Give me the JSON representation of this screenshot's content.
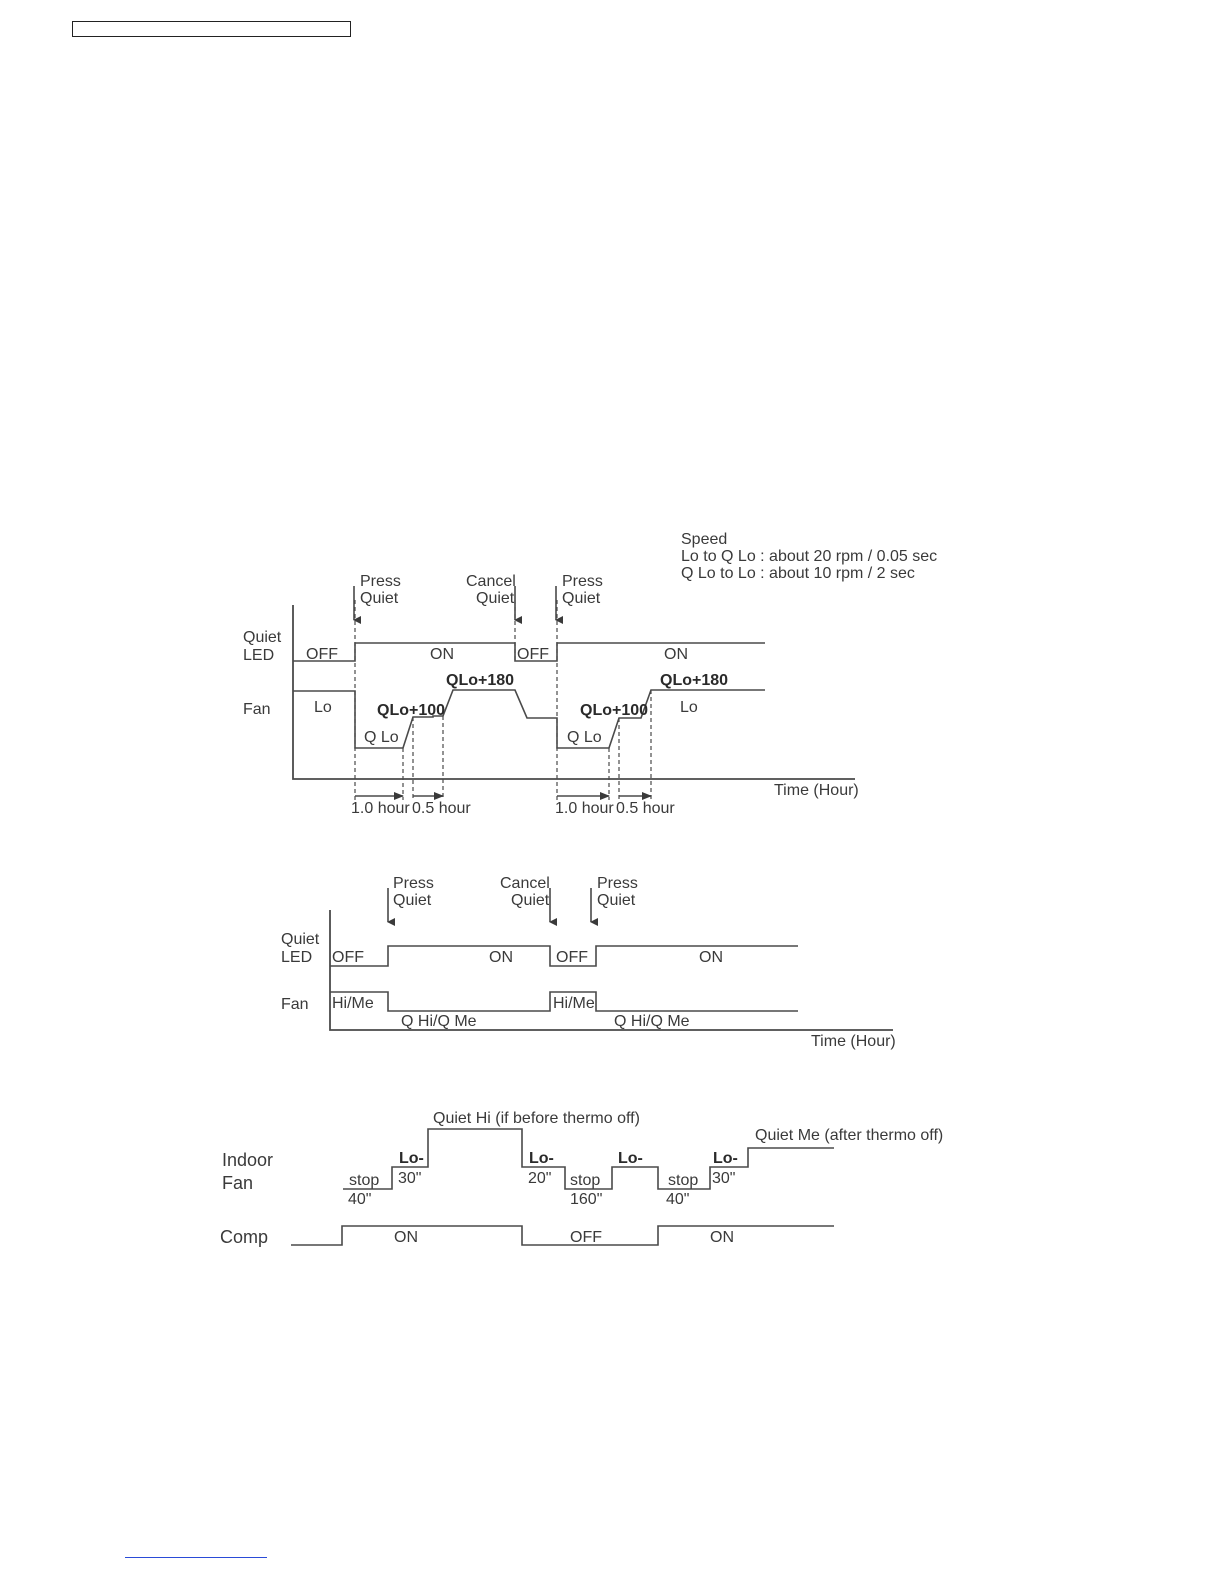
{
  "header": {
    "box_text": ""
  },
  "speed_note": {
    "title": "Speed",
    "line1": "Lo to Q Lo :  about 20 rpm / 0.05 sec",
    "line2": "Q Lo to Lo :  about 10 rpm / 2 sec"
  },
  "diagram1": {
    "press_quiet_1": [
      "Press",
      "Quiet"
    ],
    "cancel_quiet": [
      "Cancel",
      "Quiet"
    ],
    "press_quiet_2": [
      "Press",
      "Quiet"
    ],
    "row_quiet_led": [
      "Quiet",
      "LED"
    ],
    "row_fan": "Fan",
    "led_off_1": "OFF",
    "led_on_1": "ON",
    "led_off_2": "OFF",
    "led_on_2": "ON",
    "fan_lo_1": "Lo",
    "fan_qlo_1": "Q Lo",
    "fan_qlo100_1": "QLo+100",
    "fan_qlo180_1": "QLo+180",
    "fan_qlo_2": "Q Lo",
    "fan_qlo100_2": "QLo+100",
    "fan_qlo180_2": "QLo+180",
    "fan_lo_2": "Lo",
    "dur_1h_1": "1.0 hour",
    "dur_05h_1": "0.5 hour",
    "dur_1h_2": "1.0 hour",
    "dur_05h_2": "0.5 hour",
    "x_axis": "Time (Hour)"
  },
  "diagram2": {
    "press_quiet_1": [
      "Press",
      "Quiet"
    ],
    "cancel_quiet": [
      "Cancel",
      "Quiet"
    ],
    "press_quiet_2": [
      "Press",
      "Quiet"
    ],
    "row_quiet_led": [
      "Quiet",
      "LED"
    ],
    "row_fan": "Fan",
    "led_off_1": "OFF",
    "led_on_1": "ON",
    "led_off_2": "OFF",
    "led_on_2": "ON",
    "fan_himе_1": "Hi/Me",
    "fan_qhi_1": "Q Hi/Q Me",
    "fan_hime_2": "Hi/Me",
    "fan_qhi_2": "Q Hi/Q Me",
    "x_axis": "Time (Hour)"
  },
  "diagram3": {
    "row_indoor_fan": [
      "Indoor",
      "Fan"
    ],
    "row_comp": "Comp",
    "stop_1": "stop",
    "t40_1": "40\"",
    "lo_1": "Lo-",
    "t30_1": "30\"",
    "quiet_hi": "Quiet Hi (if before thermo off)",
    "lo_2": "Lo-",
    "t20": "20\"",
    "stop_2": "stop",
    "t160": "160\"",
    "lo_3": "Lo-",
    "stop_3": "stop",
    "t40_2": "40\"",
    "lo_4": "Lo-",
    "t30_2": "30\"",
    "quiet_me": "Quiet Me (after thermo off)",
    "comp_on_1": "ON",
    "comp_off": "OFF",
    "comp_on_2": "ON"
  }
}
